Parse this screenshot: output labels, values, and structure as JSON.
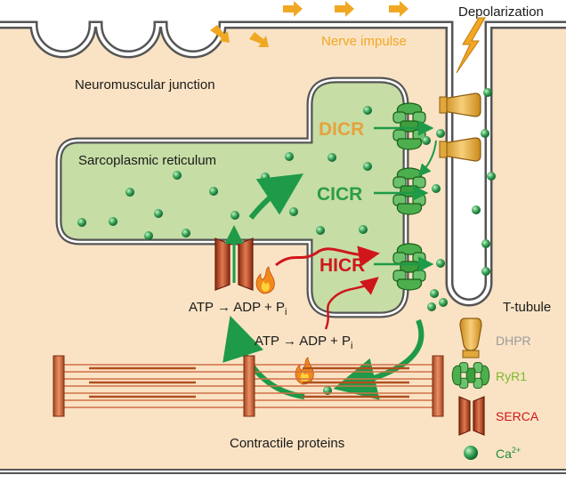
{
  "labels": {
    "depolarization": "Depolarization",
    "nerve_impulse": "Nerve impulse",
    "neuromuscular_junction": "Neuromuscular junction",
    "sarcoplasmic_reticulum": "Sarcoplasmic reticulum",
    "dicr": "DICR",
    "cicr": "CICR",
    "hicr": "HICR",
    "t_tubule": "T-tubule",
    "atp_reaction_1": "ATP → ADP + P",
    "atp_reaction_1_sub": "i",
    "atp_reaction_2": "ATP → ADP + P",
    "atp_reaction_2_sub": "i",
    "contractile_proteins": "Contractile proteins"
  },
  "legend": [
    {
      "label": "DHPR",
      "color": "#9a9a9a",
      "icon": "dhpr-icon"
    },
    {
      "label": "RyR1",
      "color": "#7cb82f",
      "icon": "ryr1-icon"
    },
    {
      "label": "SERCA",
      "color": "#d0161b",
      "icon": "serca-icon"
    },
    {
      "label": "Ca",
      "sup": "2+",
      "color": "#1f8a3c",
      "icon": "calcium-ion-icon"
    }
  ],
  "colors": {
    "cytoplasm": "#fae3c4",
    "sr_fill": "#c6dda6",
    "orange": "#f0a824",
    "green": "#1e9a48",
    "red": "#d0161b",
    "dicr": "#e6a23c",
    "cicr": "#2b9d48",
    "hicr": "#d0161b"
  }
}
